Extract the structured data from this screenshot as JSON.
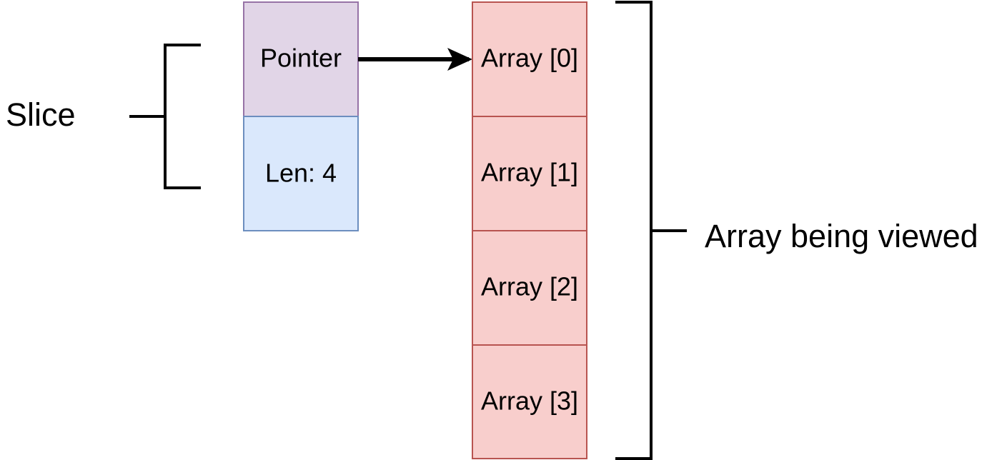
{
  "diagram": {
    "slice_label": "Slice",
    "array_label": "Array being viewed",
    "slice_fields": [
      {
        "text": "Pointer",
        "fill": "#e1d5e7",
        "stroke": "#9673a6"
      },
      {
        "text": "Len: 4",
        "fill": "#dae8fc",
        "stroke": "#6c8ebf"
      }
    ],
    "array_cells": [
      {
        "text": "Array [0]"
      },
      {
        "text": "Array [1]"
      },
      {
        "text": "Array [2]"
      },
      {
        "text": "Array [3]"
      }
    ],
    "colors": {
      "array_fill": "#f8cecc",
      "array_stroke": "#b85450",
      "line": "#000000"
    }
  }
}
